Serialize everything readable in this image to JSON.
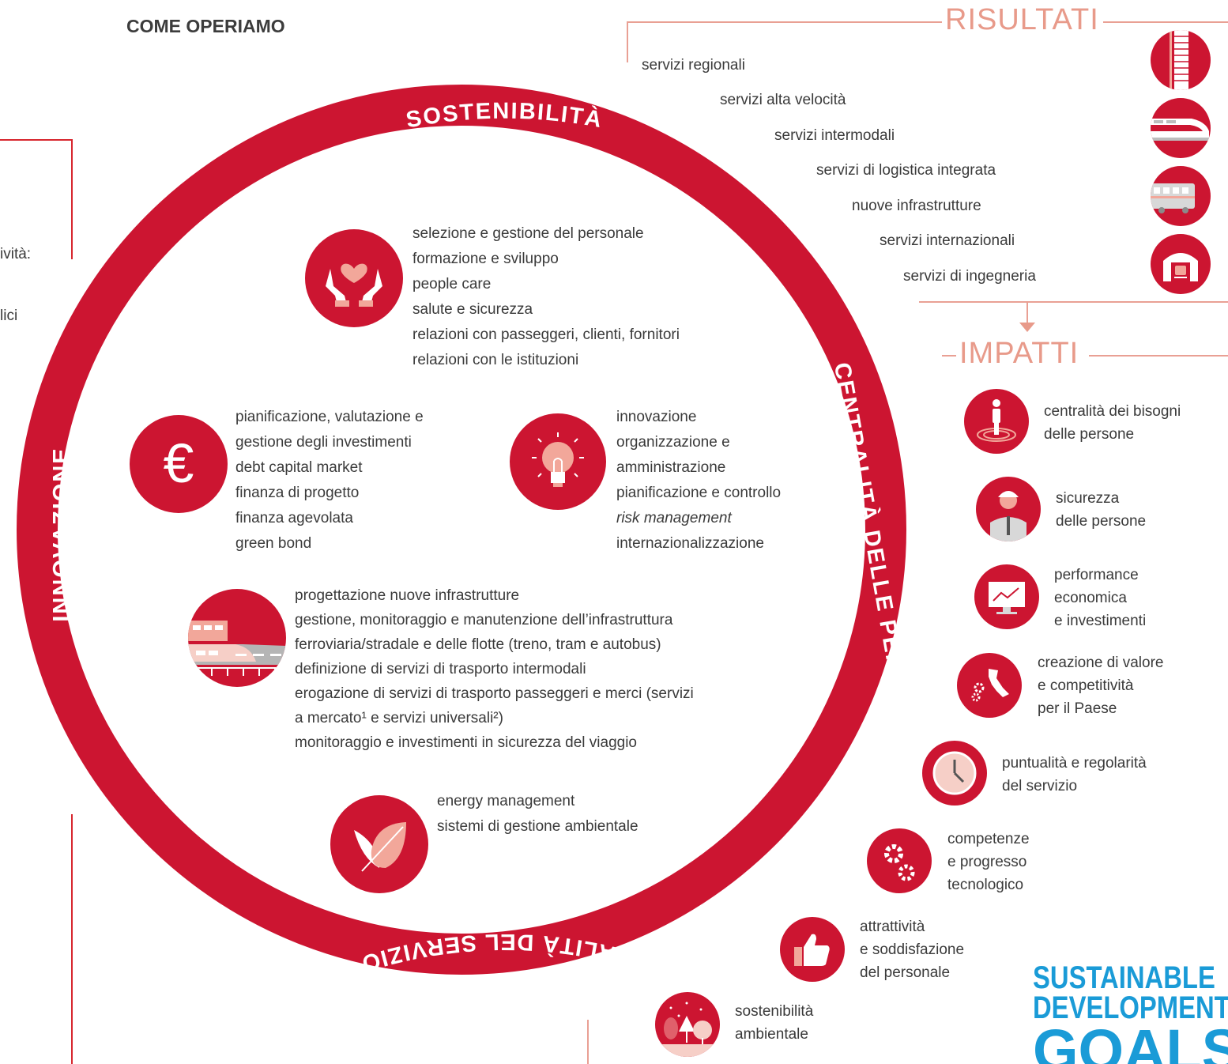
{
  "page": {
    "heading": "COME OPERIAMO"
  },
  "left_partial": {
    "line1": "ività:",
    "line2": "lici"
  },
  "ring": {
    "top": "SOSTENIBILITÀ",
    "left": "INNOVAZIONE",
    "right": "CENTRALITÀ DELLE PERSONE",
    "bottom": "QUALITÀ DEL SERVIZIO",
    "color": "#cc1531"
  },
  "groups": {
    "people": {
      "icon": "hands-heart-icon",
      "items": [
        "selezione e gestione del personale",
        "formazione e sviluppo",
        "people care",
        "salute e sicurezza",
        "relazioni con passeggeri, clienti, fornitori",
        "relazioni con le istituzioni"
      ]
    },
    "finance": {
      "icon": "euro-icon",
      "symbol": "€",
      "items": [
        "pianificazione, valutazione e",
        "gestione degli investimenti",
        "debt capital market",
        "finanza di progetto",
        "finanza agevolata",
        "green bond"
      ]
    },
    "innovation": {
      "icon": "lightbulb-icon",
      "items": [
        "innovazione",
        "organizzazione e",
        "amministrazione",
        "pianificazione e controllo",
        "risk management",
        "internazionalizzazione"
      ]
    },
    "infrastructure": {
      "icon": "train-road-icon",
      "items": [
        "progettazione nuove infrastrutture",
        "gestione, monitoraggio e manutenzione dell’infrastruttura",
        "ferroviaria/stradale e delle flotte (treno, tram e autobus)",
        "definizione di servizi di trasporto intermodali",
        "erogazione di servizi di trasporto passeggeri e merci (servizi",
        "a mercato¹ e servizi universali²)",
        "monitoraggio e investimenti in sicurezza del viaggio"
      ]
    },
    "environment": {
      "icon": "leaf-icon",
      "items": [
        "energy management",
        "sistemi di gestione ambientale"
      ]
    }
  },
  "risultati": {
    "title": "RISULTATI",
    "items": [
      "servizi regionali",
      "servizi alta velocità",
      "servizi intermodali",
      "servizi di logistica integrata",
      "nuove infrastrutture",
      "servizi internazionali",
      "servizi di ingegneria"
    ],
    "icons": [
      "rail-track-icon",
      "high-speed-train-icon",
      "bus-icon",
      "station-icon"
    ]
  },
  "impatti": {
    "title": "IMPATTI",
    "items": [
      {
        "icon": "person-target-icon",
        "lines": [
          "centralità dei bisogni",
          "delle persone"
        ]
      },
      {
        "icon": "worker-helmet-icon",
        "lines": [
          "sicurezza",
          "delle persone"
        ]
      },
      {
        "icon": "chart-monitor-icon",
        "lines": [
          "performance",
          "economica",
          "e investimenti"
        ]
      },
      {
        "icon": "italy-gears-icon",
        "lines": [
          "creazione di valore",
          "e competitività",
          "per il Paese"
        ]
      },
      {
        "icon": "clock-icon",
        "lines": [
          "puntualità e regolarità",
          "del servizio"
        ]
      },
      {
        "icon": "gears-icon",
        "lines": [
          "competenze",
          "e progresso",
          "tecnologico"
        ]
      },
      {
        "icon": "thumbs-up-icon",
        "lines": [
          "attrattività",
          "e soddisfazione",
          "del personale"
        ]
      },
      {
        "icon": "trees-icon",
        "lines": [
          "sostenibilità",
          "ambientale"
        ]
      }
    ]
  },
  "sdg": {
    "line1": "SUSTAINABLE",
    "line2": "DEVELOPMENT",
    "line3": "GOALS",
    "color": "#1a9bd7"
  }
}
